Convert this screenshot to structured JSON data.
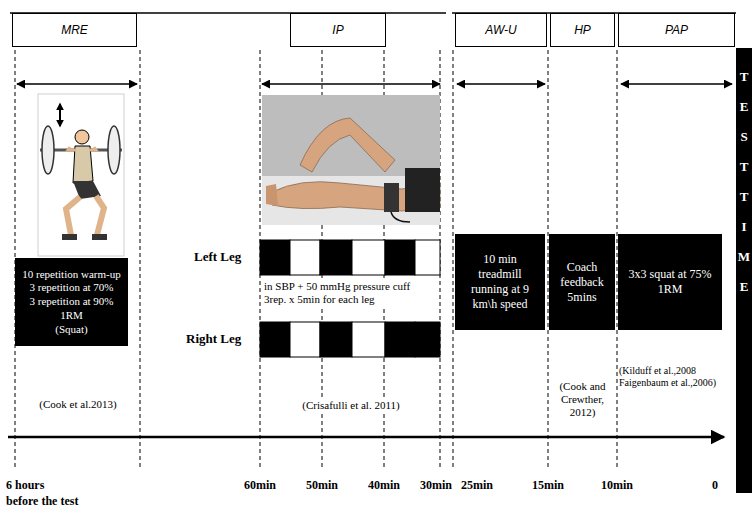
{
  "diagram": {
    "nodes": [
      {
        "text": [
          "MRE"
        ]
      },
      {
        "text": [
          "IP"
        ]
      },
      {
        "text": [
          "AW-U"
        ]
      },
      {
        "text": [
          "HP"
        ]
      },
      {
        "text": [
          "PAP"
        ]
      },
      {
        "text": [
          "10 repetition warm-up",
          "3 repetition at 70%",
          "3 repetition at 90% 1RM",
          "(Squat)"
        ]
      },
      {
        "text": [
          "10 min treadmill running at 9 km\\h speed"
        ]
      },
      {
        "text": [
          "Coach feedback 5mins"
        ]
      },
      {
        "text": [
          "3x3 squat at 75% 1RM"
        ]
      },
      {
        "text": [
          "TEST TIME"
        ]
      }
    ],
    "labels": [
      "Left Leg",
      "Right Leg",
      "in SBP + 50 mmHg pressure cuff 3rep. x 5min for each leg",
      "(Cook et al.2013)",
      "(Crisafulli et al. 2011)",
      "(Cook and Crewther, 2012)",
      "(Kilduff et al.,2008 Faigenbaum et al.,2006)",
      "6 hours",
      "before the test",
      "60min",
      "50min",
      "40min",
      "30min",
      "25min",
      "15min",
      "10min",
      "0"
    ]
  }
}
